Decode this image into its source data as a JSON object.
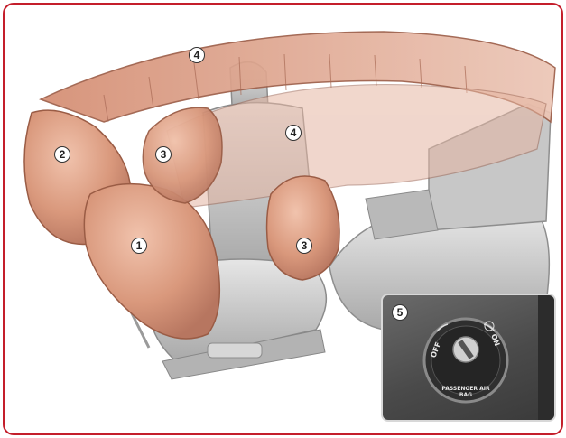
{
  "markers": {
    "front_airbag": "1",
    "knee_airbag": "2",
    "side_airbag_front": "3",
    "curtain_airbag_top": "4",
    "curtain_airbag_side": "4",
    "side_airbag_rear": "3",
    "passenger_switch": "5"
  },
  "switch": {
    "off_label": "OFF",
    "on_label": "ON",
    "caption": "PASSENGER AIR BAG"
  },
  "colors": {
    "border": "#c41e2b",
    "airbag": "#d99a80",
    "seat": "#c9c9c9",
    "switch_panel": "#4a4a4a"
  }
}
